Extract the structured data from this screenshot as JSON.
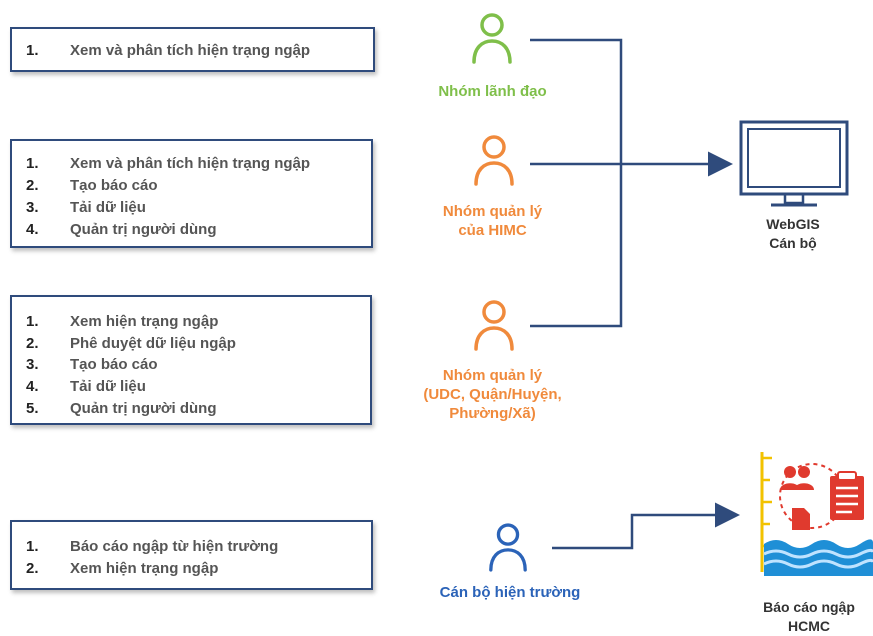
{
  "colors": {
    "border": "#2f4b7c",
    "line": "#2f4b7c",
    "leader": "#7fbf4a",
    "manager": "#f08a3c",
    "field": "#2b63b8"
  },
  "boxes": [
    {
      "items": [
        {
          "num": "1.",
          "text": "Xem và phân tích hiện trạng ngập"
        }
      ]
    },
    {
      "items": [
        {
          "num": "1.",
          "text": "Xem và phân tích hiện trạng ngập"
        },
        {
          "num": "2.",
          "text": "Tạo báo cáo"
        },
        {
          "num": "3.",
          "text": "Tải dữ liệu"
        },
        {
          "num": "4.",
          "text": "Quản trị người dùng"
        }
      ]
    },
    {
      "items": [
        {
          "num": "1.",
          "text": "Xem hiện trạng ngập"
        },
        {
          "num": "2.",
          "text": "Phê duyệt dữ liệu ngập"
        },
        {
          "num": "3.",
          "text": "Tạo báo cáo"
        },
        {
          "num": "4.",
          "text": "Tải dữ liệu"
        },
        {
          "num": "5.",
          "text": "Quản trị người dùng"
        }
      ]
    },
    {
      "items": [
        {
          "num": "1.",
          "text": "Báo cáo ngập từ hiện trường"
        },
        {
          "num": "2.",
          "text": "Xem hiện trạng ngập"
        }
      ]
    }
  ],
  "roles": {
    "leader": {
      "line1": "Nhóm lãnh đạo",
      "icon": "user-icon"
    },
    "himc": {
      "line1": "Nhóm quản lý",
      "line2": "của HIMC",
      "icon": "user-icon"
    },
    "local": {
      "line1": "Nhóm quản lý",
      "line2": "(UDC, Quận/Huyện,",
      "line3": "Phường/Xã)",
      "icon": "user-icon"
    },
    "field": {
      "line1": "Cán bộ hiện trường",
      "icon": "user-icon"
    }
  },
  "targets": {
    "webgis": {
      "line1": "WebGIS",
      "line2": "Cán bộ",
      "icon": "monitor-icon"
    },
    "report": {
      "line1": "Báo cáo ngập",
      "line2": "HCMC",
      "icon": "flood-report-icon"
    }
  }
}
